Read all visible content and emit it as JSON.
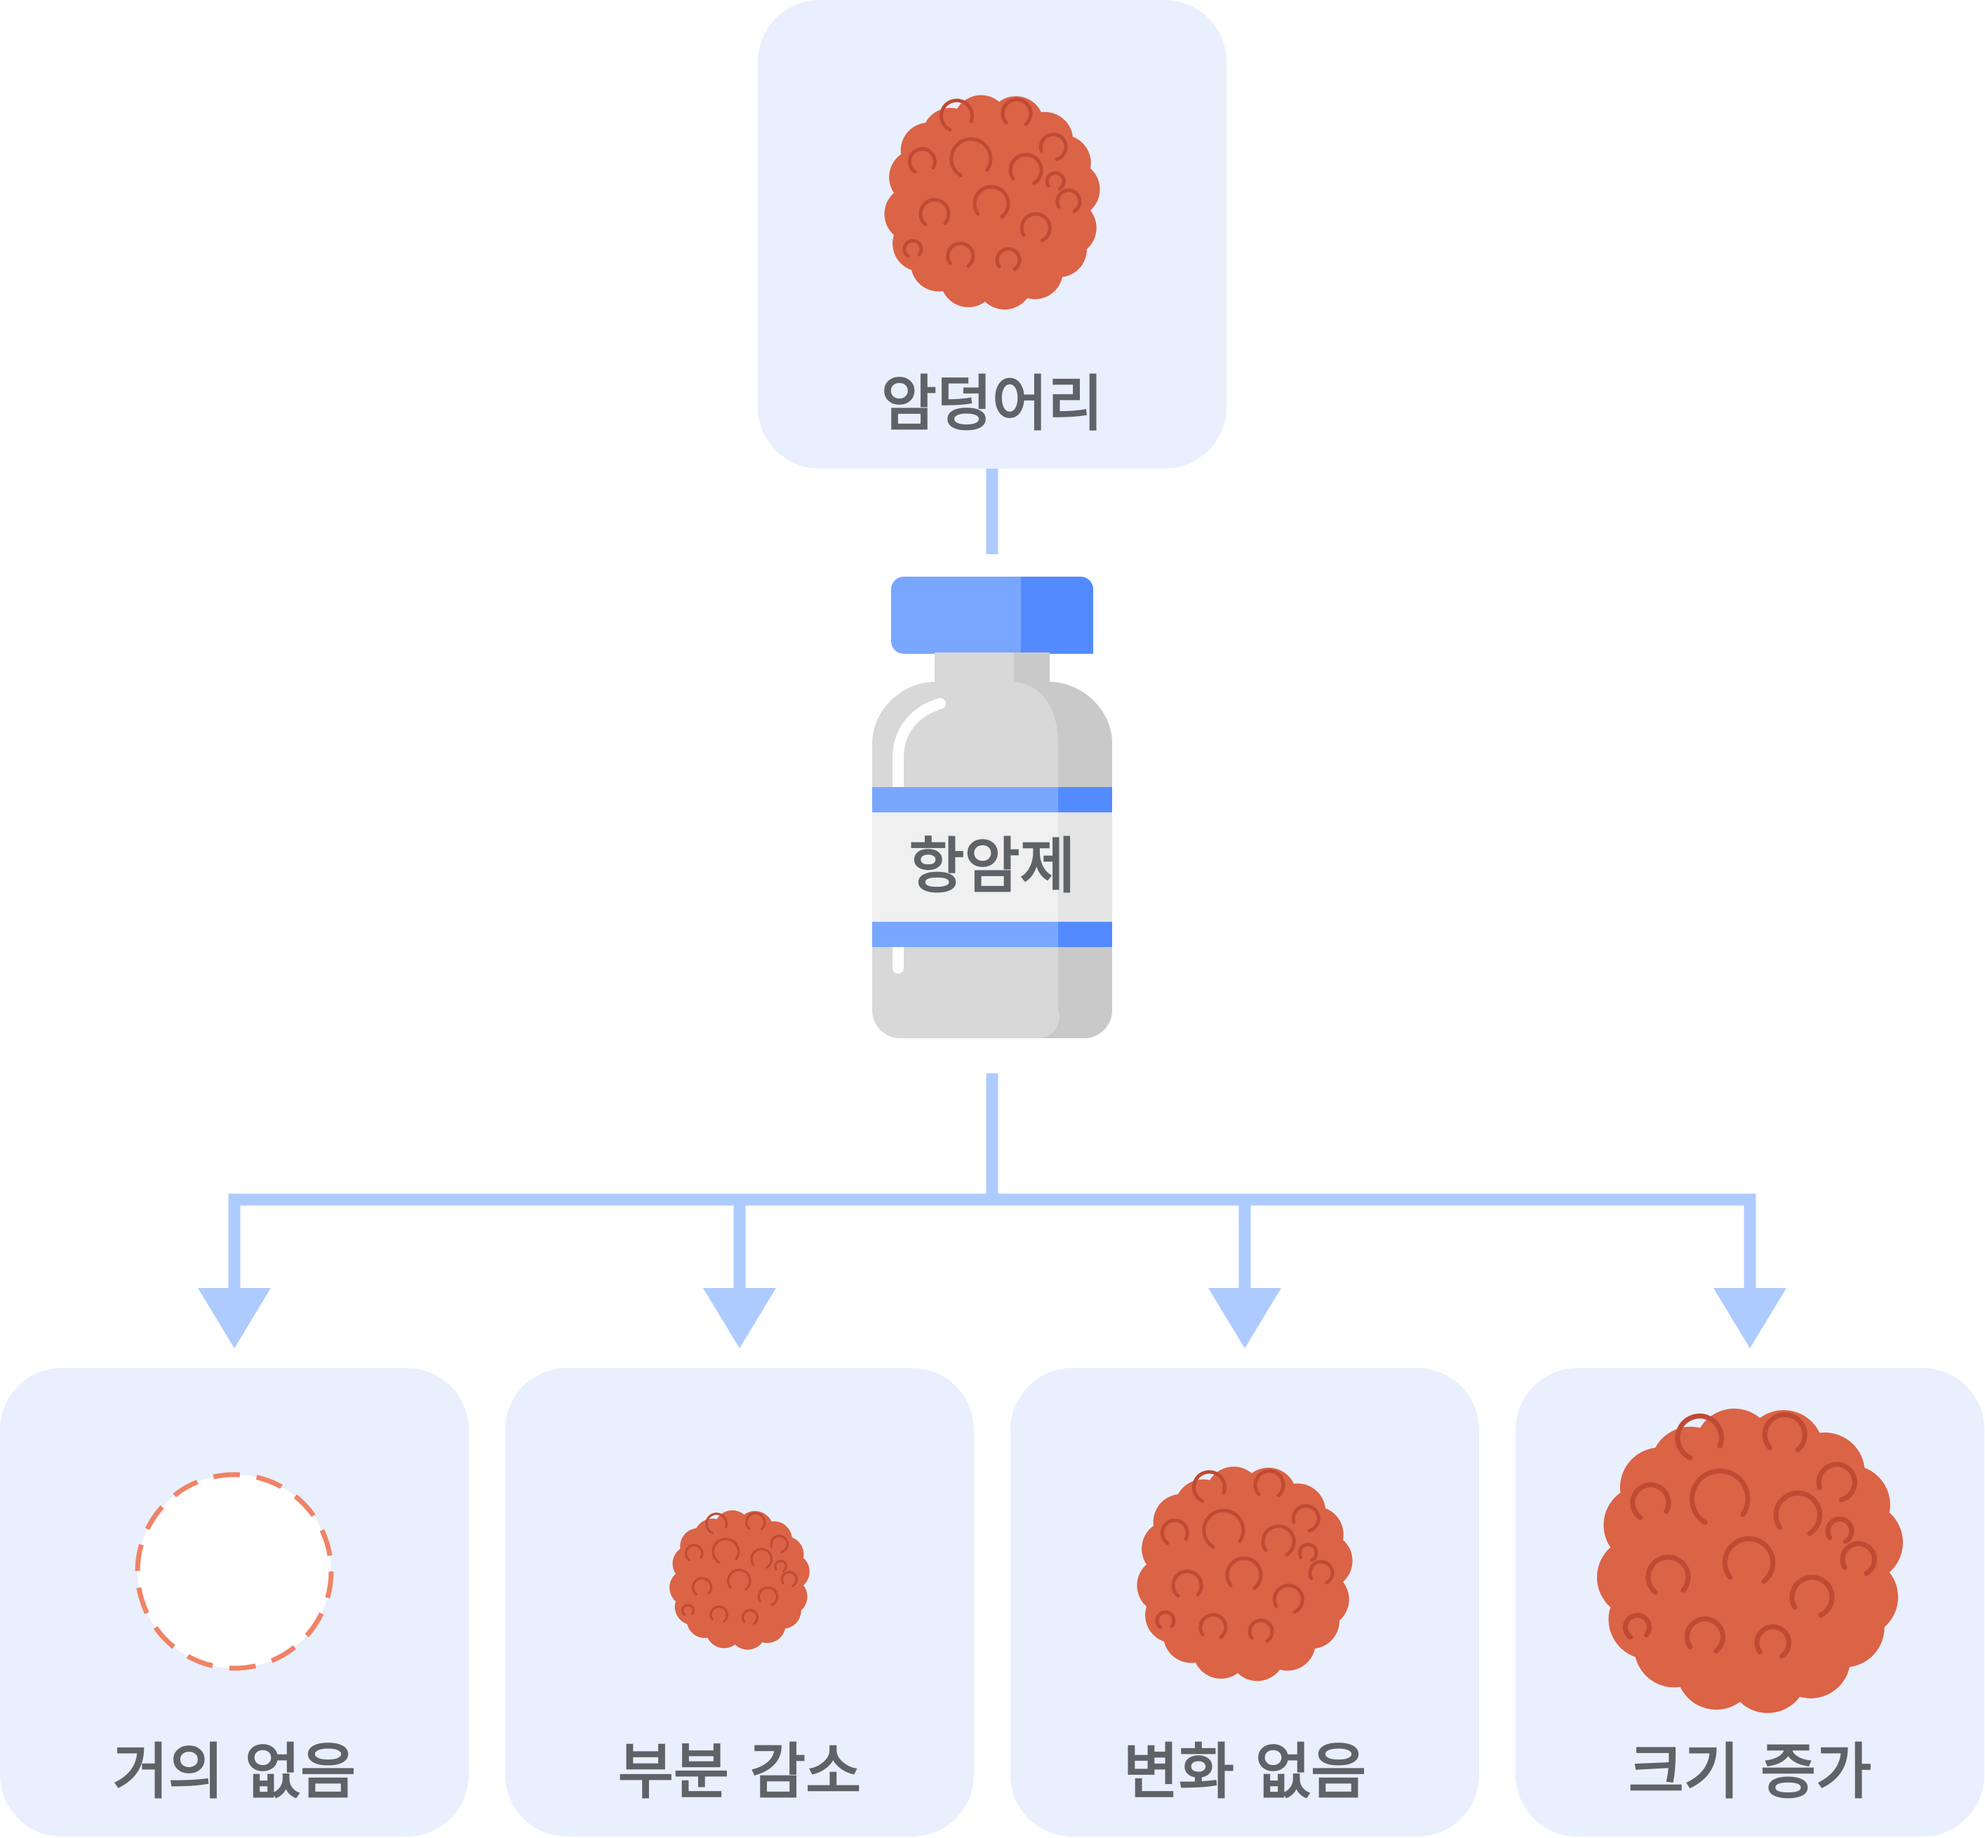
{
  "colors": {
    "card_bg": "#e9effd",
    "connector": "#aecbff",
    "tumor_fill": "#db6346",
    "tumor_detail": "#c04a33",
    "dashed_outline": "#f08367",
    "label_text": "#5f6368",
    "vial_cap_light": "#79a6ff",
    "vial_cap_dark": "#538bff",
    "vial_glass_light": "#d8d8d8",
    "vial_glass_dark": "#c9c9c9",
    "vial_label_bg": "#f0f0f0",
    "vial_stripe": "#79a6ff"
  },
  "top": {
    "label": "암덩어리",
    "icon": "tumor-icon"
  },
  "drug": {
    "label": "항암제",
    "icon": "medicine-vial-icon"
  },
  "outcomes": [
    {
      "label": "거의 없음",
      "icon": "empty-dashed-circle-icon",
      "relative_size": 0
    },
    {
      "label": "부분 감소",
      "icon": "tumor-icon",
      "relative_size": 0.65
    },
    {
      "label": "변화 없음",
      "icon": "tumor-icon",
      "relative_size": 1
    },
    {
      "label": "크기 증가",
      "icon": "tumor-icon",
      "relative_size": 1.45
    }
  ]
}
